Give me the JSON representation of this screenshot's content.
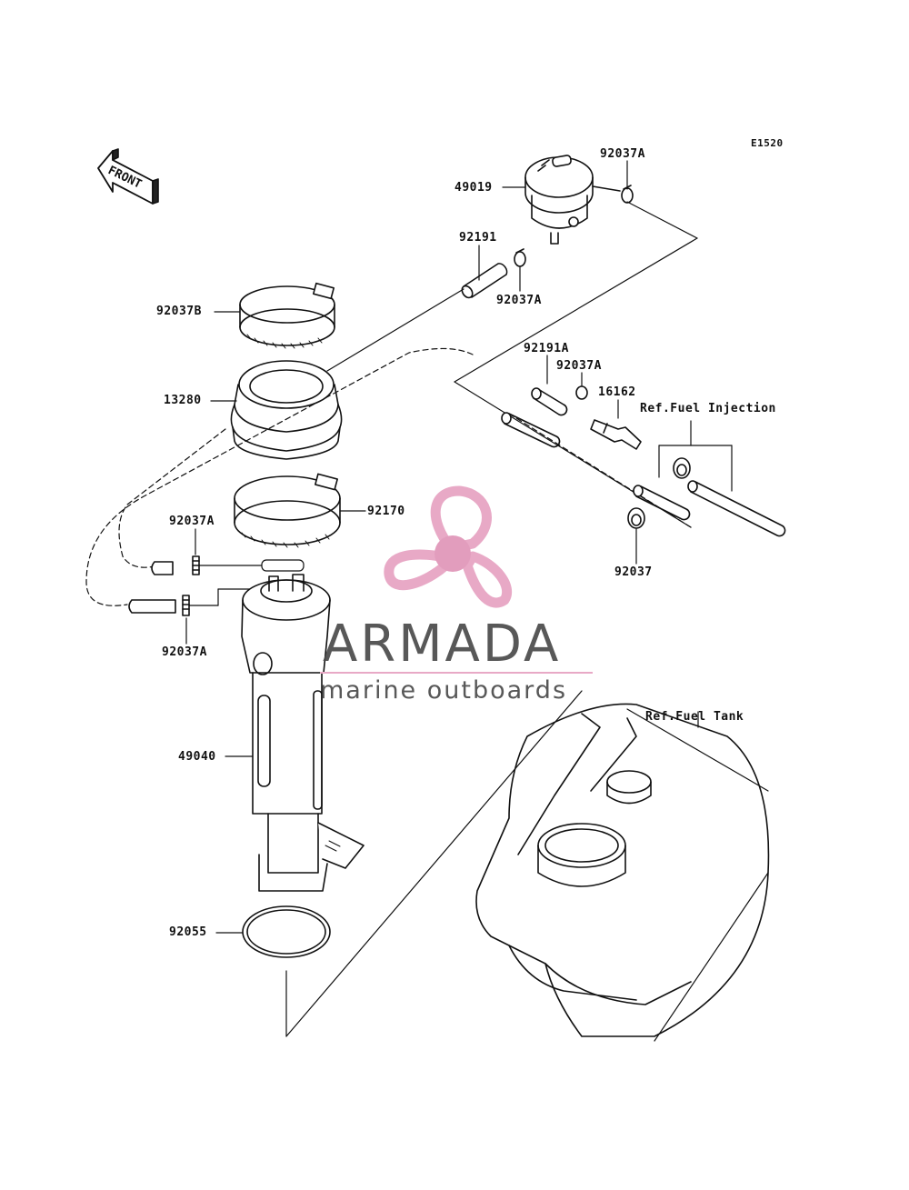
{
  "diagram": {
    "code": "E1520",
    "front_label": "FRONT",
    "parts": [
      {
        "id": "49019",
        "label": "49019"
      },
      {
        "id": "92037A-top",
        "label": "92037A"
      },
      {
        "id": "92191",
        "label": "92191"
      },
      {
        "id": "92037A-mid",
        "label": "92037A"
      },
      {
        "id": "92037B",
        "label": "92037B"
      },
      {
        "id": "92191A",
        "label": "92191A"
      },
      {
        "id": "92037A-r",
        "label": "92037A"
      },
      {
        "id": "16162",
        "label": "16162"
      },
      {
        "id": "13280",
        "label": "13280"
      },
      {
        "id": "92170",
        "label": "92170"
      },
      {
        "id": "92037A-l1",
        "label": "92037A"
      },
      {
        "id": "92037A-l2",
        "label": "92037A"
      },
      {
        "id": "92037",
        "label": "92037"
      },
      {
        "id": "49040",
        "label": "49040"
      },
      {
        "id": "92055",
        "label": "92055"
      }
    ],
    "references": {
      "fuel_injection": "Ref.Fuel Injection",
      "fuel_tank": "Ref.Fuel Tank"
    }
  },
  "watermark": {
    "title": "ARMADA",
    "subtitle": "marine outboards",
    "logo": "propeller-logo",
    "colors": {
      "logo_pink": "#e8a9c6",
      "logo_hub": "#e29dbd",
      "text_gray": "#4a4a4a"
    }
  }
}
